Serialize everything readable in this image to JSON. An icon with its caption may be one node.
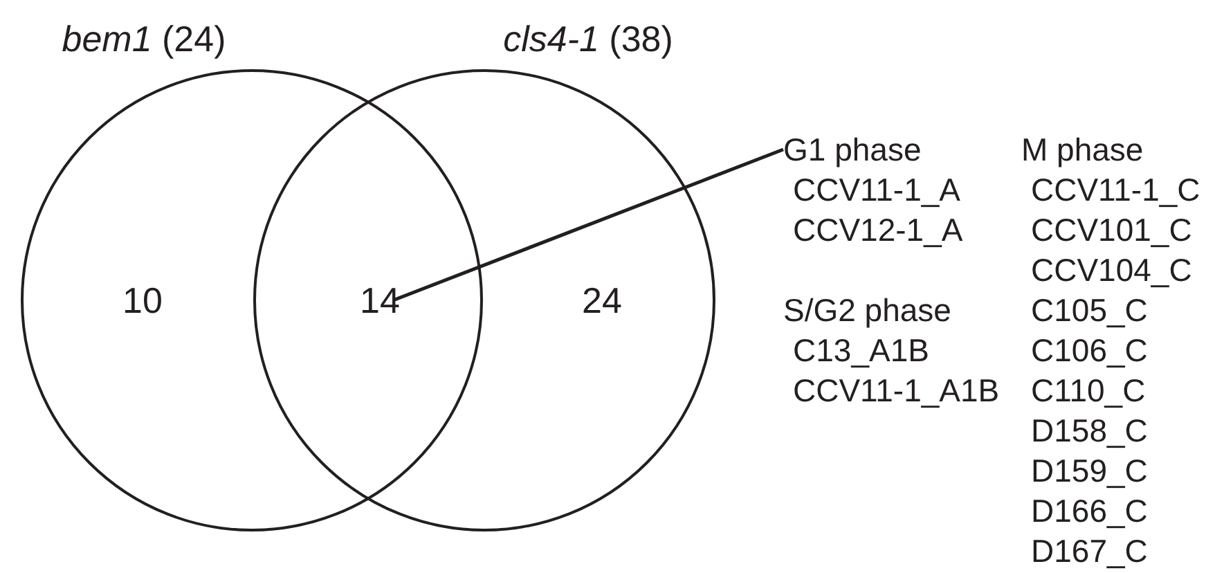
{
  "diagram": {
    "nodes": [
      {
        "text": [
          "*bem1* (24)",
          "10"
        ]
      },
      {
        "text": [
          "*cls4-1* (38)",
          "24"
        ]
      },
      {
        "text": [
          "14"
        ]
      },
      {
        "text": [
          "G1 phase",
          "CCV11-1_A",
          "CCV12-1_A"
        ]
      }
    ],
    "edges": [
      {
        "from": 2,
        "to": 3,
        "arrow": "none"
      }
    ],
    "labels": [
      "S/G2 phase",
      "C13_A1B",
      "CCV11-1_A1B",
      "M phase",
      "CCV11-1_C",
      "CCV101_C",
      "CCV104_C",
      "C105_C",
      "C106_C",
      "C110_C",
      "D158_C",
      "D159_C",
      "D166_C",
      "D167_C"
    ]
  }
}
